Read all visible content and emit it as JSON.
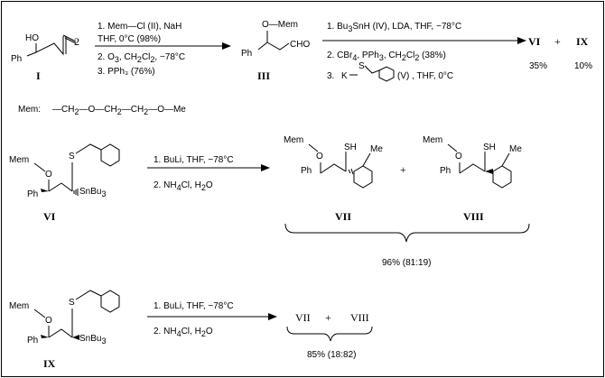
{
  "compounds": {
    "I": "I",
    "III": "III",
    "VI": "VI",
    "IX": "IX",
    "VII": "VII",
    "VIII": "VIII"
  },
  "atom_labels": {
    "ho": "HO",
    "ph": "Ph",
    "o_mem": "O—Mem",
    "cho": "CHO",
    "mem": "Mem",
    "o": "O",
    "s": "S",
    "snbu3_sn": "SnBu",
    "sub3": "3",
    "sh": "SH",
    "me": "Me",
    "eq2": "2"
  },
  "step1": {
    "c1": "1. Mem—Cl (II), NaH",
    "c2": "THF, 0°C  (98%)",
    "c3_pre": "2. O",
    "c3_sub": "3",
    "c3_post": ", CH",
    "c3_sub2": "2",
    "c3_cl": "Cl",
    "c3_sub3": "2",
    "c3_temp": ",  −78°C",
    "c4": "3. PPh₃  (76%)"
  },
  "step2": {
    "c1_pre": "1. Bu",
    "c1_sub": "3",
    "c1_post": "SnH (IV), LDA, THF, −78°C",
    "c2_pre": "2. CBr",
    "c2_sub": "4",
    "c2_post": ", PPh",
    "c2_sub2": "3",
    "c2_ch": ", CH",
    "c2_sub3": "2",
    "c2_cl": "Cl",
    "c2_sub4": "2",
    "c2_yield": "  (38%)",
    "c3_pre": "3.",
    "c3_k": "K",
    "c3_post": "(V) , THF, 0°C"
  },
  "products1": {
    "vi": "VI",
    "plus": "+",
    "ix": "IX",
    "y_vi": "35%",
    "y_ix": "10%"
  },
  "mem_def": {
    "label": "Mem:",
    "formula_parts": [
      "—CH",
      "2",
      "—O—CH",
      "2",
      "—CH",
      "2",
      "—O—Me"
    ]
  },
  "step3": {
    "c1": "1. BuLi,  THF,  −78°C",
    "c2_pre": "2. NH",
    "c2_sub": "4",
    "c2_post": "Cl,   H",
    "c2_sub2": "2",
    "c2_o": "O"
  },
  "plus_sign": "+",
  "result2": "96% (81:19)",
  "step4": {
    "c1": "1. BuLi,  THF,  −78°C",
    "c2_pre": "2. NH",
    "c2_sub": "4",
    "c2_post": "Cl,   H",
    "c2_sub2": "2",
    "c2_o": "O"
  },
  "products3": {
    "vii": "VII",
    "plus": "+",
    "viii": "VIII"
  },
  "result3": "85% (18:82)"
}
